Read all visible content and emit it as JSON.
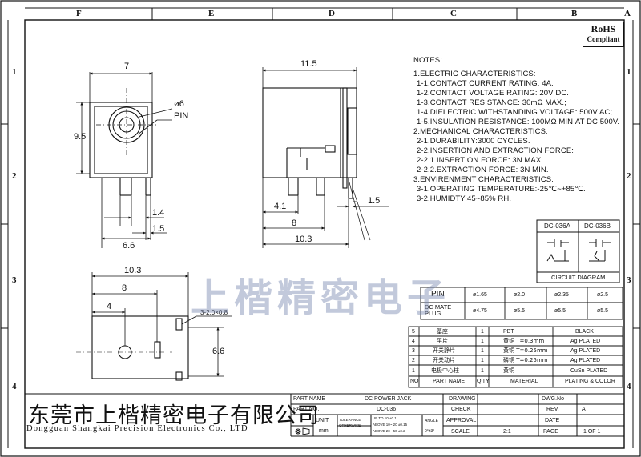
{
  "drawing": {
    "zones_top": [
      "F",
      "E",
      "D",
      "C",
      "B",
      "A"
    ],
    "zones_side": [
      "1",
      "2",
      "3",
      "4"
    ],
    "rohs_line1": "RoHS",
    "rohs_line2": "Compliant",
    "watermark": "上楷精密电子",
    "front_view": {
      "width": "7",
      "height": "9.5",
      "hole": "ø6",
      "pin": "PIN",
      "d1": "1.4",
      "d2": "1.5",
      "d3": "6.6"
    },
    "side_view": {
      "width": "11.5",
      "d1": "4.1",
      "d2": "8",
      "d3": "10.3",
      "d4": "1.5"
    },
    "bottom_view": {
      "width": "10.3",
      "d1": "8",
      "d2": "4",
      "hole_note": "3-2.0×0.8",
      "height": "6.6"
    },
    "notes": [
      "NOTES:",
      "1.ELECTRIC CHARACTERISTICS:",
      "  1-1.CONTACT CURRENT RATING: 4A.",
      "  1-2.CONTACT VOLTAGE RATING: 20V DC.",
      "  1-3.CONTACT RESISTANCE: 30mΩ MAX.;",
      "  1-4.DIELECTRIC WITHSTANDING VOLTAGE: 500V AC;",
      "  1-5.INSULATION RESISTANCE: 100MΩ MIN.AT DC 500V.",
      "2.MECHANICAL CHARACTERISTICS:",
      "  2-1.DURABILITY:3000 CYCLES.",
      "  2-2.INSERTION AND EXTRACTION FORCE:",
      "  2-2.1.INSERTION FORCE: 3N MAX.",
      "  2-2.2.EXTRACTION FORCE: 3N MIN.",
      "3.ENVIRENMENT CHARACTERISTICS:",
      "  3-1.OPERATING TEMPERATURE:-25℃~+85℃.",
      "  3-2.HUMIDTY:45~85% RH."
    ],
    "circuit": {
      "a": "DC-036A",
      "b": "DC-036B",
      "caption": "CIRCUIT DIAGRAM"
    },
    "pin_table": {
      "rows": [
        {
          "label": "PIN",
          "values": [
            "ø1.65",
            "ø2.0",
            "ø2.35",
            "ø2.5"
          ]
        },
        {
          "label": "DC MATE PLUG",
          "values": [
            "ø4.75",
            "ø5.5",
            "ø5.5",
            "ø5.5"
          ]
        }
      ]
    },
    "bom": {
      "header": [
        "NO",
        "PART NAME",
        "Q'TY",
        "MATERIAL",
        "PLATING & COLOR"
      ],
      "rows": [
        [
          "5",
          "基座",
          "1",
          "PBT",
          "BLACK"
        ],
        [
          "4",
          "平片",
          "1",
          "黄铜 T=0.3mm",
          "Ag PLATED"
        ],
        [
          "3",
          "开关静片",
          "1",
          "黄铜 T=0.25mm",
          "Ag PLATED"
        ],
        [
          "2",
          "开关动片",
          "1",
          "磷铜 T=0.25mm",
          "Ag PLATED"
        ],
        [
          "1",
          "电极中心柱",
          "1",
          "黄铜",
          "CuSn PLATED"
        ]
      ]
    },
    "title_block": {
      "company_cn": "东莞市上楷精密电子有限公司",
      "company_en": "Dongguan Shangkai Precision Electronics Co., LTD",
      "part_name_label": "PART NAME",
      "part_name": "DC POWER JACK",
      "part_no_label": "PART NO.",
      "part_no": "DC-036",
      "unit_label": "UNIT",
      "unit": "mm",
      "tolerance_label": "TOLERANCE OTHERWISE",
      "tol_lines": [
        "UP TO 10    ±0.1",
        "ABOVE 10~  20  ±0.15",
        "ABOVE 20~  50  ±0.2"
      ],
      "angle_label": "ANGLE",
      "angle": "0°±3°",
      "drawing_label": "DRAWING",
      "check_label": "CHECK",
      "approval_label": "APPROVAL",
      "scale_label": "SCALE",
      "scale": "2:1",
      "dwg_label": "DWG.No",
      "rev_label": "REV.",
      "rev": "A",
      "date_label": "DATE",
      "page_label": "PAGE",
      "page": "1 OF 1"
    }
  }
}
